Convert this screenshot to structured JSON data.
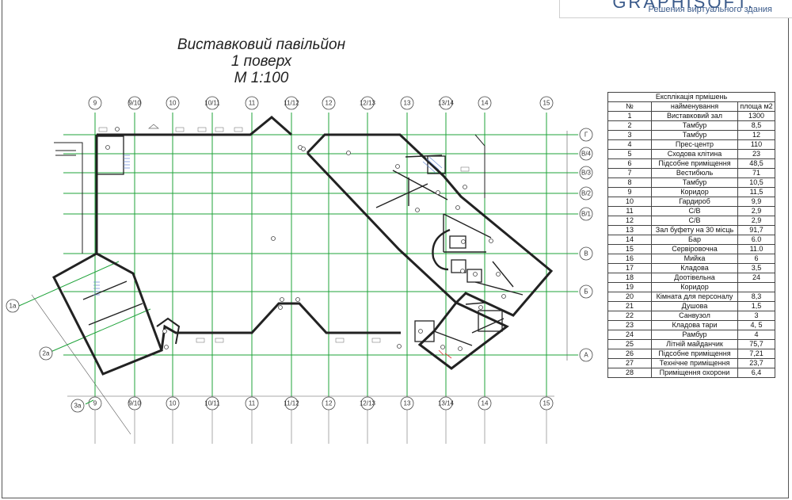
{
  "brand": {
    "logo": "GRAPHISOFT.",
    "tagline": "Решения виртуального здания"
  },
  "title": {
    "line1": "Виставковий павільйон",
    "line2": "1 поверх",
    "line3": "М 1:100"
  },
  "columns": [
    {
      "id": "col-9",
      "label": "9",
      "ref": 120
    },
    {
      "id": "col-9-10",
      "label": "9/10",
      "ref": 170
    },
    {
      "id": "col-10",
      "label": "10",
      "ref": 218
    },
    {
      "id": "col-10-11",
      "label": "10/11",
      "ref": 268
    },
    {
      "id": "col-11",
      "label": "11",
      "ref": 318
    },
    {
      "id": "col-11-12",
      "label": "11/12",
      "ref": 368
    },
    {
      "id": "col-12",
      "label": "12",
      "ref": 415
    },
    {
      "id": "col-12-13",
      "label": "12/13",
      "ref": 464
    },
    {
      "id": "col-13",
      "label": "13",
      "ref": 514
    },
    {
      "id": "col-13-14",
      "label": "13/14",
      "ref": 563
    },
    {
      "id": "col-14",
      "label": "14",
      "ref": 612
    },
    {
      "id": "col-15",
      "label": "15",
      "ref": 690
    }
  ],
  "rows": [
    {
      "id": "row-g",
      "label": "Г",
      "ref": 170
    },
    {
      "id": "row-b4",
      "label": "В/4",
      "ref": 194
    },
    {
      "id": "row-b3",
      "label": "В/3",
      "ref": 218
    },
    {
      "id": "row-b2",
      "label": "В/2",
      "ref": 244
    },
    {
      "id": "row-b1",
      "label": "В/1",
      "ref": 270
    },
    {
      "id": "row-v",
      "label": "В",
      "ref": 320
    },
    {
      "id": "row-b",
      "label": "Б",
      "ref": 368
    },
    {
      "id": "row-a",
      "label": "А",
      "ref": 448
    }
  ],
  "diag_axes": [
    {
      "id": "axis-1a",
      "label": "1а"
    },
    {
      "id": "axis-2a",
      "label": "2а"
    },
    {
      "id": "axis-3a",
      "label": "3а"
    }
  ],
  "schedule": {
    "caption": "Експлікація прмішень",
    "headers": [
      "№",
      "найменування",
      "площа м2"
    ],
    "rows": [
      [
        "1",
        "Виставковий зал",
        "1300"
      ],
      [
        "2",
        "Тамбур",
        "8,5"
      ],
      [
        "3",
        "Тамбур",
        "12"
      ],
      [
        "4",
        "Прес-центр",
        "110"
      ],
      [
        "5",
        "Сходова клітина",
        "23"
      ],
      [
        "6",
        "Підсобне приміщення",
        "48,5"
      ],
      [
        "7",
        "Вестибюль",
        "71"
      ],
      [
        "8",
        "Тамбур",
        "10,5"
      ],
      [
        "9",
        "Коридор",
        "11,5"
      ],
      [
        "10",
        "Гардироб",
        "9,9"
      ],
      [
        "11",
        "С/В",
        "2,9"
      ],
      [
        "12",
        "С/В",
        "2,9"
      ],
      [
        "13",
        "Зал буфету на 30 місць",
        "91,7"
      ],
      [
        "14",
        "Бар",
        "6.0"
      ],
      [
        "15",
        "Сервіровочна",
        "11.0"
      ],
      [
        "16",
        "Мийка",
        "6"
      ],
      [
        "17",
        "Кладова",
        "3,5"
      ],
      [
        "18",
        "Доотівельна",
        "24"
      ],
      [
        "19",
        "Коридор",
        ""
      ],
      [
        "20",
        "Кімната для персоналу",
        "8,3"
      ],
      [
        "21",
        "Душова",
        "1,5"
      ],
      [
        "22",
        "Санвузол",
        "3"
      ],
      [
        "23",
        "Кладова тари",
        "4, 5"
      ],
      [
        "24",
        "Рамбур",
        "4"
      ],
      [
        "25",
        "Літній майданчик",
        "75,7"
      ],
      [
        "26",
        "Підсобне приміщення",
        "7,21"
      ],
      [
        "27",
        "Технічне приміщення",
        "23,7"
      ],
      [
        "28",
        "Приміщення охорони",
        "6,4"
      ]
    ]
  },
  "colors": {
    "grid": "#1fa33a",
    "wall": "#222222",
    "dimension": "#555555"
  }
}
